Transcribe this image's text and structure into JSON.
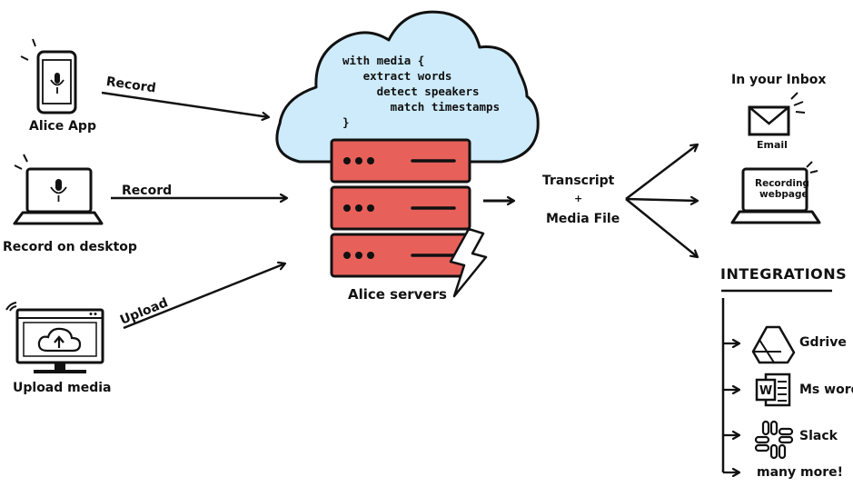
{
  "sources": {
    "app": {
      "label": "Alice App",
      "arrow_label": "Record"
    },
    "desktop": {
      "label": "Record on desktop",
      "arrow_label": "Record"
    },
    "upload": {
      "label": "Upload media",
      "arrow_label": "Upload"
    }
  },
  "cloud": {
    "code_lines": [
      "with media {",
      "   extract words",
      "     detect speakers",
      "       match timestamps",
      "}"
    ]
  },
  "servers": {
    "label": "Alice servers"
  },
  "output": {
    "line1": "Transcript",
    "plus": "+",
    "line2": "Media File"
  },
  "destinations": {
    "inbox_title": "In your Inbox",
    "email_label": "Email",
    "webpage_label_line1": "Recording",
    "webpage_label_line2": "webpage"
  },
  "integrations": {
    "title": "INTEGRATIONS",
    "items": [
      "Gdrive",
      "Ms word",
      "Slack"
    ],
    "more": "many more!"
  },
  "colors": {
    "server_red": "#E8605A",
    "cloud_blue": "#CDEBFA",
    "ink": "#111111"
  }
}
